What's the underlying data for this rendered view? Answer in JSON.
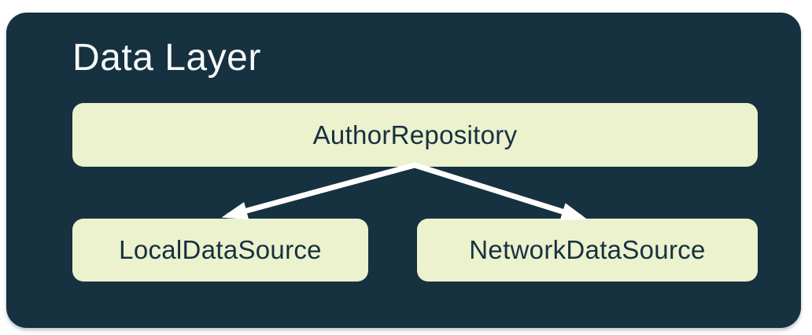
{
  "diagram": {
    "title": "Data Layer",
    "colors": {
      "canvas_bg": "#ffffff",
      "card_bg": "#16313f",
      "node_bg": "#ecf1ce",
      "node_text": "#16313f",
      "title_text": "#f7fafa",
      "arrow": "#ffffff"
    },
    "nodes": [
      {
        "id": "author-repository",
        "label": "AuthorRepository"
      },
      {
        "id": "local-data-source",
        "label": "LocalDataSource"
      },
      {
        "id": "network-data-source",
        "label": "NetworkDataSource"
      }
    ],
    "edges": [
      {
        "from": "AuthorRepository",
        "to": "LocalDataSource"
      },
      {
        "from": "AuthorRepository",
        "to": "NetworkDataSource"
      }
    ]
  }
}
